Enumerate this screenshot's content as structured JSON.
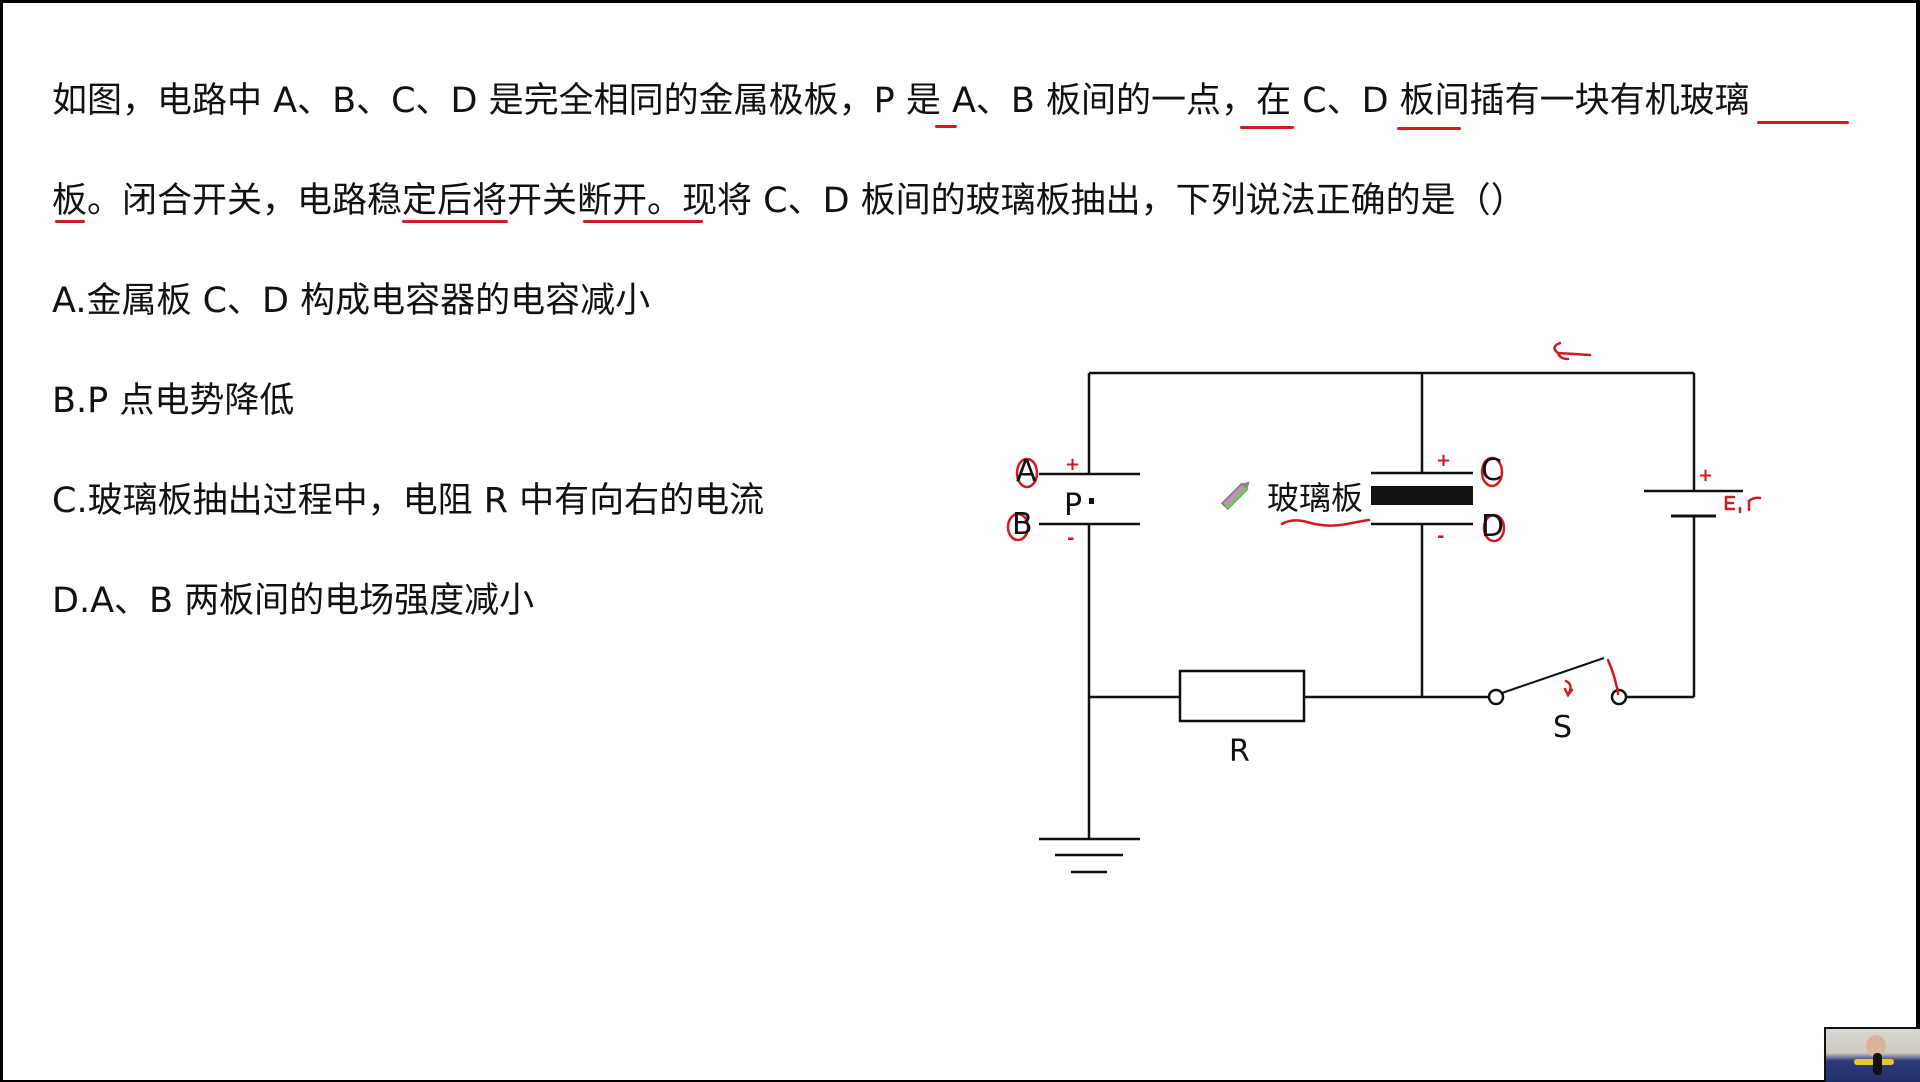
{
  "question": {
    "line1": "如图，电路中 A、B、C、D 是完全相同的金属极板，P 是 A、B 板间的一点，在 C、D 板间插有一块有机玻璃",
    "line2": "板。闭合开关，电路稳定后将开关断开。现将 C、D 板间的玻璃板抽出，下列说法正确的是（）"
  },
  "options": [
    {
      "key": "A",
      "text": "A.金属板 C、D 构成电容器的电容减小"
    },
    {
      "key": "B",
      "text": "B.P 点电势降低"
    },
    {
      "key": "C",
      "text": "C.玻璃板抽出过程中，电阻 R 中有向右的电流"
    },
    {
      "key": "D",
      "text": "D.A、B 两板间的电场强度减小"
    }
  ],
  "diagram": {
    "labels": {
      "A": "A",
      "B": "B",
      "C": "C",
      "D": "D",
      "P": "P",
      "glass": "玻璃板",
      "R": "R",
      "S": "S"
    },
    "annotations": {
      "A_sign": "+",
      "B_sign": "-",
      "C_sign": "+",
      "D_sign": "-",
      "battery_sign": "+",
      "battery_label": "E, r",
      "current_arrow": "←"
    },
    "colors": {
      "wire": "#111111",
      "annotation": "#d21a23",
      "glass": "#111111"
    }
  },
  "webcam": {
    "present": true
  }
}
